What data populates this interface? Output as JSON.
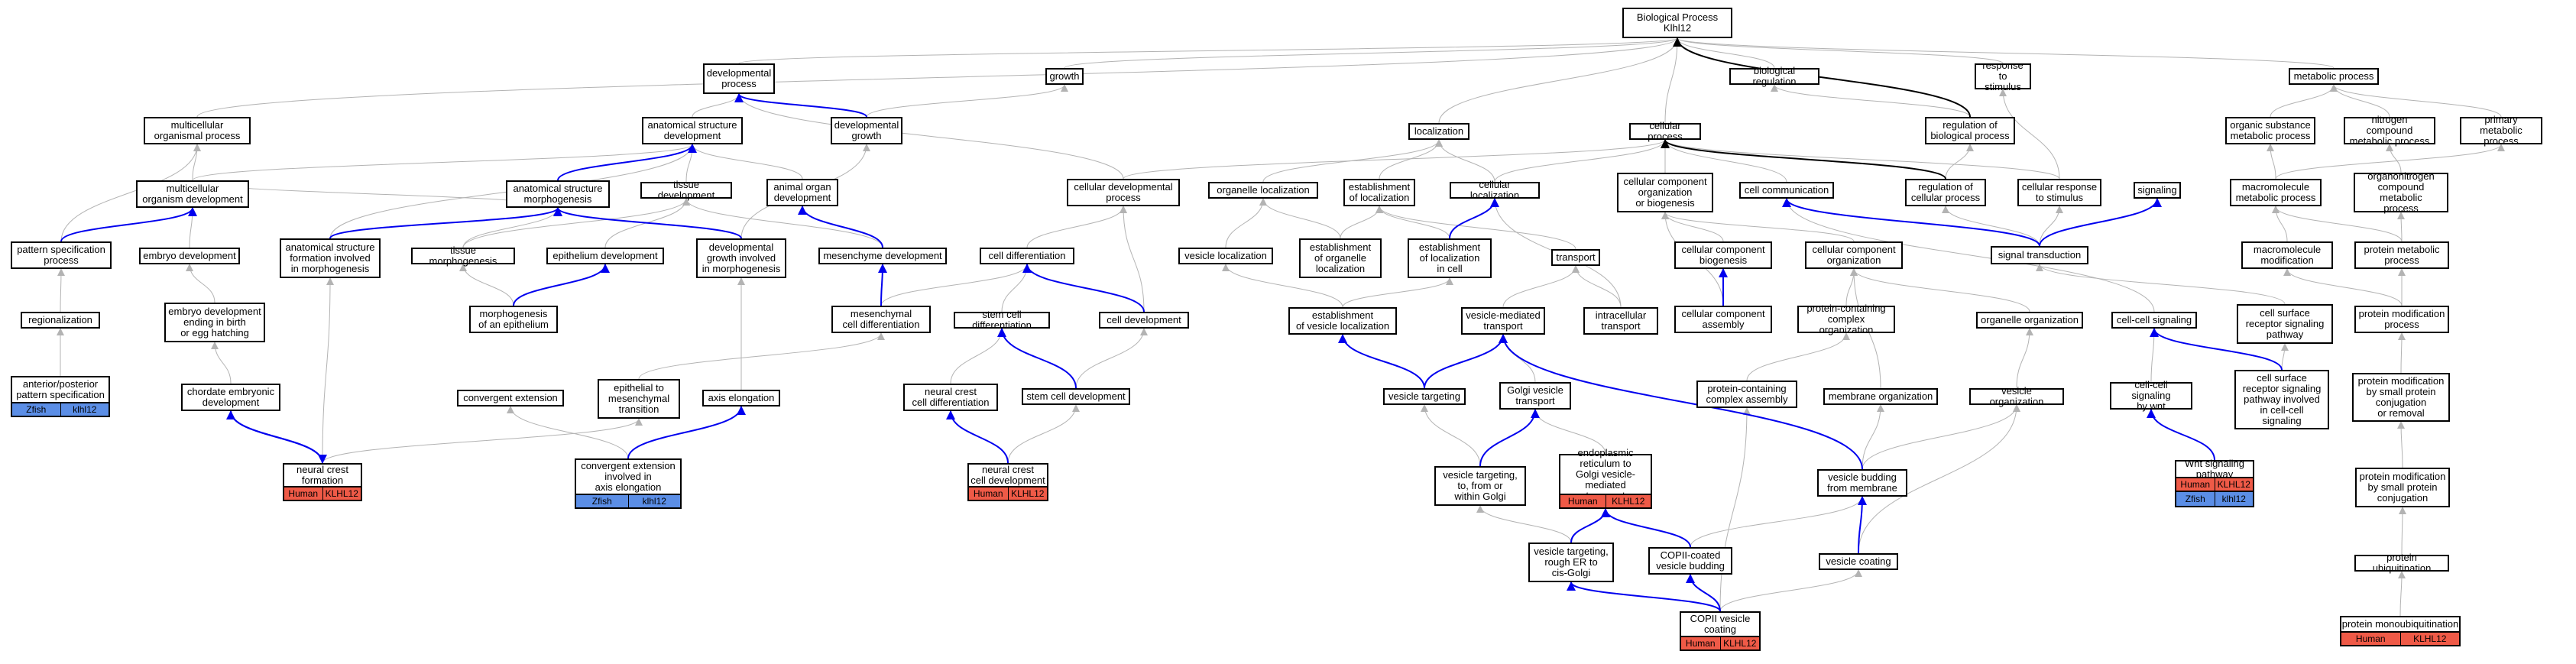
{
  "colors": {
    "is_a": "#b3b3b3",
    "part_of": "#0000ee",
    "regulates": "#000000",
    "human": "#ef5a47",
    "zfish": "#5b8ee6"
  },
  "nodes": {
    "bp": "Biological Process\nKlhl12",
    "dev_proc": "developmental\nprocess",
    "growth": "growth",
    "bio_reg": "biological regulation",
    "resp_stim": "response to\nstimulus",
    "met_proc": "metabolic process",
    "multi_org": "multicellular\norganismal process",
    "asd": "anatomical structure\ndevelopment",
    "dev_growth": "developmental\ngrowth",
    "localization": "localization",
    "cell_proc": "cellular process",
    "reg_bio": "regulation of\nbiological process",
    "org_sub": "organic substance\nmetabolic process",
    "nitro": "nitrogen compound\nmetabolic process",
    "prim_met": "primary metabolic\nprocess",
    "multi_dev": "multicellular\norganism development",
    "asm": "anatomical structure\nmorphogenesis",
    "tissue_dev": "tissue development",
    "animal_organ": "animal organ\ndevelopment",
    "cell_dev_proc": "cellular developmental\nprocess",
    "organelle_loc": "organelle localization",
    "est_loc": "establishment\nof localization",
    "cell_loc": "cellular localization",
    "cc_org_bio": "cellular component\norganization\nor biogenesis",
    "cell_comm": "cell communication",
    "reg_cell": "regulation of\ncellular process",
    "cell_resp": "cellular response\nto stimulus",
    "signaling": "signaling",
    "macro": "macromolecule\nmetabolic process",
    "organonitro": "organonitrogen\ncompound metabolic\nprocess",
    "pattern": "pattern specification\nprocess",
    "embryo_dev": "embryo development",
    "asfim": "anatomical structure\nformation involved\nin morphogenesis",
    "tissue_morph": "tissue morphogenesis",
    "epi_dev": "epithelium development",
    "dev_growth_morph": "developmental\ngrowth involved\nin morphogenesis",
    "mes_dev": "mesenchyme development",
    "cell_diff": "cell differentiation",
    "ves_loc": "vesicle localization",
    "est_org_loc": "establishment\nof organelle\nlocalization",
    "est_loc_cell": "establishment\nof localization\nin cell",
    "transport": "transport",
    "cc_bio": "cellular component\nbiogenesis",
    "cc_org": "cellular component\norganization",
    "sig_trans": "signal transduction",
    "macro_mod": "macromolecule\nmodification",
    "prot_met": "protein metabolic\nprocess",
    "regional": "regionalization",
    "embryo_birth": "embryo development\nending in birth\nor egg hatching",
    "morph_epi": "morphogenesis\nof an epithelium",
    "mes_diff": "mesenchymal\ncell differentiation",
    "stem_diff": "stem cell differentiation",
    "cell_dev": "cell development",
    "est_ves_loc": "establishment\nof vesicle localization",
    "ves_med": "vesicle-mediated\ntransport",
    "intra": "intracellular\ntransport",
    "cc_assem": "cellular component\nassembly",
    "prot_cplx_org": "protein-containing\ncomplex organization",
    "org_org": "organelle organization",
    "cc_sig": "cell-cell signaling",
    "csrsp": "cell surface\nreceptor signaling\npathway",
    "prot_mod": "protein modification\nprocess",
    "ant_post": "anterior/posterior\npattern specification",
    "chordate": "chordate embryonic\ndevelopment",
    "conv_ext": "convergent extension",
    "e2m": "epithelial to\nmesenchymal\ntransition",
    "axis_el": "axis elongation",
    "ncc_diff": "neural crest\ncell differentiation",
    "stem_dev": "stem cell development",
    "ves_target": "vesicle targeting",
    "golgi_ves": "Golgi vesicle\ntransport",
    "prot_cplx_assem": "protein-containing\ncomplex assembly",
    "mem_org": "membrane organization",
    "ves_org": "vesicle organization",
    "ccsig_wnt": "cell-cell signaling\nby wnt",
    "csrsp_cc": "cell surface\nreceptor signaling\npathway involved\nin cell-cell\nsignaling",
    "prot_mod_small": "protein modification\nby small protein\nconjugation\nor removal",
    "ncf": "neural crest\nformation",
    "conv_ext_axis": "convergent extension\ninvolved in\naxis elongation",
    "ncc_dev": "neural crest\ncell development",
    "ves_golgi": "vesicle targeting,\nto, from or\nwithin Golgi",
    "er_golgi": "endoplasmic\nreticulum to\nGolgi vesicle-mediated\ntransport",
    "ves_bud_mem": "vesicle budding\nfrom membrane",
    "wnt": "Wnt signaling\npathway",
    "prot_mod_conj": "protein modification\nby small protein\nconjugation",
    "ves_rough": "vesicle targeting,\nrough ER to\ncis-Golgi",
    "copii_bud": "COPII-coated\nvesicle budding",
    "ves_coat": "vesicle coating",
    "prot_ubiq": "protein ubiquitination",
    "copii_coat": "COPII vesicle\ncoating",
    "prot_mono": "protein monoubiquitination"
  },
  "annotations": {
    "ant_post": [
      "Zfish",
      "klhl12"
    ],
    "ncf": [
      "Human",
      "KLHL12"
    ],
    "conv_ext_axis": [
      "Zfish",
      "klhl12"
    ],
    "ncc_dev": [
      "Human",
      "KLHL12"
    ],
    "er_golgi": [
      "Human",
      "KLHL12"
    ],
    "wnt_h": [
      "Human",
      "KLHL12"
    ],
    "wnt_z": [
      "Zfish",
      "klhl12"
    ],
    "copii_coat": [
      "Human",
      "KLHL12"
    ],
    "prot_mono": [
      "Human",
      "KLHL12"
    ]
  }
}
